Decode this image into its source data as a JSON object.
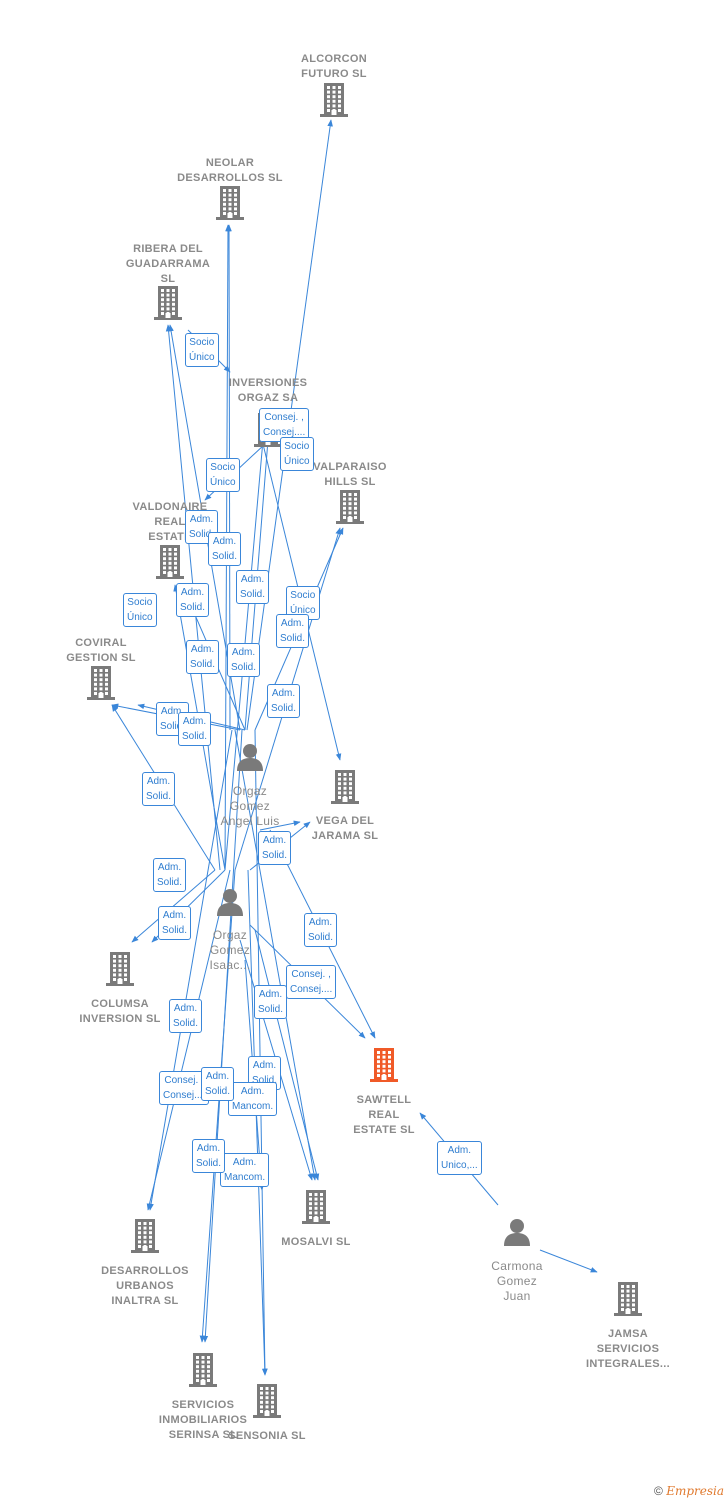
{
  "companies": [
    {
      "id": "alcorcon",
      "name": [
        "ALCORCON",
        "FUTURO SL"
      ]
    },
    {
      "id": "neolar",
      "name": [
        "NEOLAR",
        "DESARROLLOS SL"
      ]
    },
    {
      "id": "ribera",
      "name": [
        "RIBERA DEL",
        "GUADARRAMA",
        "SL"
      ]
    },
    {
      "id": "inversiones",
      "name": [
        "INVERSIONES",
        "ORGAZ SA"
      ]
    },
    {
      "id": "valparaiso",
      "name": [
        "VALPARAISO",
        "HILLS SL"
      ]
    },
    {
      "id": "valdonaire",
      "name": [
        "VALDONAIRE",
        "REAL",
        "ESTATE"
      ]
    },
    {
      "id": "coviral",
      "name": [
        "COVIRAL",
        "GESTION SL"
      ]
    },
    {
      "id": "vega",
      "name": [
        "VEGA DEL",
        "JARAMA SL"
      ]
    },
    {
      "id": "columsa",
      "name": [
        "COLUMSA",
        "INVERSION SL"
      ]
    },
    {
      "id": "sawtell",
      "name": [
        "SAWTELL",
        "REAL",
        "ESTATE SL"
      ]
    },
    {
      "id": "mosalvi",
      "name": [
        "MOSALVI SL"
      ]
    },
    {
      "id": "desarrollos",
      "name": [
        "DESARROLLOS",
        "URBANOS",
        "INALTRA SL"
      ]
    },
    {
      "id": "jamsa",
      "name": [
        "JAMSA",
        "SERVICIOS",
        "INTEGRALES..."
      ]
    },
    {
      "id": "servicios",
      "name": [
        "SERVICIOS",
        "INMOBILIARIOS",
        "SERINSA SL"
      ]
    },
    {
      "id": "sensonia",
      "name": [
        "SENSONIA SL"
      ]
    }
  ],
  "people": [
    {
      "id": "angel",
      "name": [
        "Orgaz",
        "Gomez",
        "Angel Luis"
      ]
    },
    {
      "id": "isaac",
      "name": [
        "Orgaz",
        "Gomez",
        "Isaac..."
      ]
    },
    {
      "id": "carmona",
      "name": [
        "Carmona",
        "Gomez",
        "Juan"
      ]
    }
  ],
  "relations": [
    {
      "text": [
        "Socio",
        "Único"
      ]
    },
    {
      "text": [
        "Consej. ,",
        "Consej...."
      ]
    },
    {
      "text": [
        "Socio",
        "Único"
      ]
    },
    {
      "text": [
        "Socio",
        "Único"
      ]
    },
    {
      "text": [
        "Adm.",
        "Solid."
      ]
    },
    {
      "text": [
        "Adm.",
        "Solid."
      ]
    },
    {
      "text": [
        "Adm.",
        "Solid."
      ]
    },
    {
      "text": [
        "Socio",
        "Único"
      ]
    },
    {
      "text": [
        "Adm.",
        "Solid."
      ]
    },
    {
      "text": [
        "Socio",
        "Único"
      ]
    },
    {
      "text": [
        "Adm.",
        "Solid."
      ]
    },
    {
      "text": [
        "Adm.",
        "Solid."
      ]
    },
    {
      "text": [
        "Adm.",
        "Solid."
      ]
    },
    {
      "text": [
        "Adm.",
        "Solid."
      ]
    },
    {
      "text": [
        "Adm.",
        "Solid."
      ]
    },
    {
      "text": [
        "Adm.",
        "Solid."
      ]
    },
    {
      "text": [
        "Adm.",
        "Solid."
      ]
    },
    {
      "text": [
        "Adm.",
        "Solid."
      ]
    },
    {
      "text": [
        "Adm.",
        "Solid."
      ]
    },
    {
      "text": [
        "Adm.",
        "Solid."
      ]
    },
    {
      "text": [
        "Adm.",
        "Solid."
      ]
    },
    {
      "text": [
        "Consej. ,",
        "Consej...."
      ]
    },
    {
      "text": [
        "Adm.",
        "Solid."
      ]
    },
    {
      "text": [
        "Adm.",
        "Solid."
      ]
    },
    {
      "text": [
        "Adm.",
        "Solid."
      ]
    },
    {
      "text": [
        "Consej. ,",
        "Consej...."
      ]
    },
    {
      "text": [
        "Adm.",
        "Mancom."
      ]
    },
    {
      "text": [
        "Adm.",
        "Solid."
      ]
    },
    {
      "text": [
        "Adm.",
        "Mancom."
      ]
    },
    {
      "text": [
        "Adm.",
        "Solid."
      ]
    },
    {
      "text": [
        "Adm.",
        "Unico,..."
      ]
    }
  ],
  "colors": {
    "edge": "#3a86d9",
    "node": "#7a7a7a",
    "focus": "#f05a28",
    "label": "#8a8a8a"
  },
  "footer": {
    "copyright": "©",
    "brand": "Empresia"
  }
}
